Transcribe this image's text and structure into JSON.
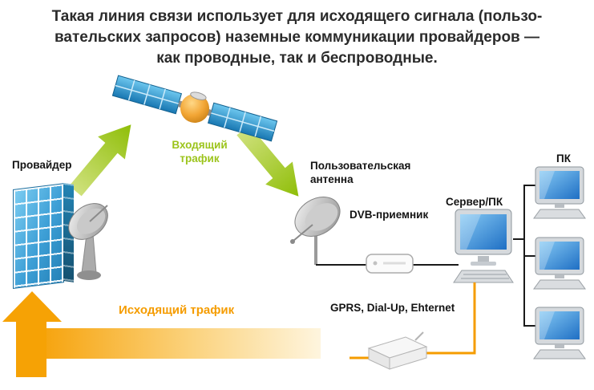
{
  "title": {
    "line1": "Такая линия связи использует для исходящего сигнала (пользо-",
    "line2": "вательских запросов) наземные коммуникации провайдеров —",
    "line3": "как проводные, так и беспроводные."
  },
  "labels": {
    "provider": "Провайдер",
    "incoming_traffic": "Входящий трафик",
    "user_antenna": "Пользовательская антенна",
    "dvb_receiver": "DVB-приемник",
    "server_pc": "Сервер/ПК",
    "pc": "ПК",
    "modem_protocols": "GPRS, Dial-Up, Ehternet",
    "outgoing_traffic": "Исходящий трафик"
  },
  "colors": {
    "incoming_traffic_green": "#9CC41C",
    "outgoing_traffic_orange": "#F59C00",
    "title_text": "#2B2B2B",
    "label_text": "#141414",
    "satellite_panel_blue": "#2F9CD8",
    "satellite_body_orange": "#F0A030",
    "building_blue": "#3D9FD6",
    "monitor_screen_blue": "#2E7FD0",
    "cable_black": "#1A1A1A"
  }
}
